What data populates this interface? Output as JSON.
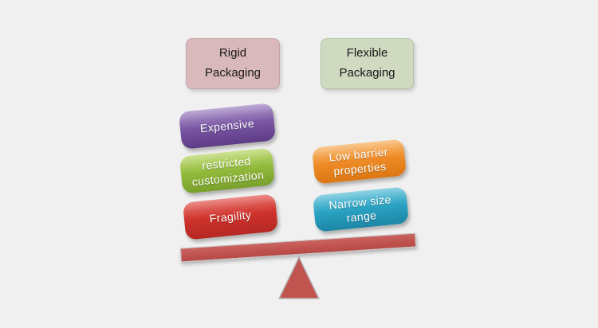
{
  "diagram": {
    "type": "balance-comparison-seesaw",
    "background_color": "#f0f0f0",
    "columns": [
      {
        "id": "rigid",
        "title": "Rigid\nPackaging",
        "title_fill": "#d9b9bb",
        "title_border": "#c3a3a6",
        "items": [
          {
            "label": "Expensive",
            "color": "#7b58a4"
          },
          {
            "label": "restricted\ncustomization",
            "color": "#93bb3c"
          },
          {
            "label": "Fragility",
            "color": "#cf332c"
          }
        ]
      },
      {
        "id": "flexible",
        "title": "Flexible\nPackaging",
        "title_fill": "#cfdac1",
        "title_border": "#b4c5a7",
        "items": [
          {
            "label": "Low barrier\nproperties",
            "color": "#f08c26"
          },
          {
            "label": "Narrow size\nrange",
            "color": "#2ba4c4"
          }
        ]
      }
    ],
    "seesaw": {
      "beam_color": "#c0534f",
      "beam_border_color": "#c7c5c7",
      "fulcrum_color": "#c0544f",
      "tilt_degrees": -3.7,
      "lower_side": "left"
    }
  }
}
